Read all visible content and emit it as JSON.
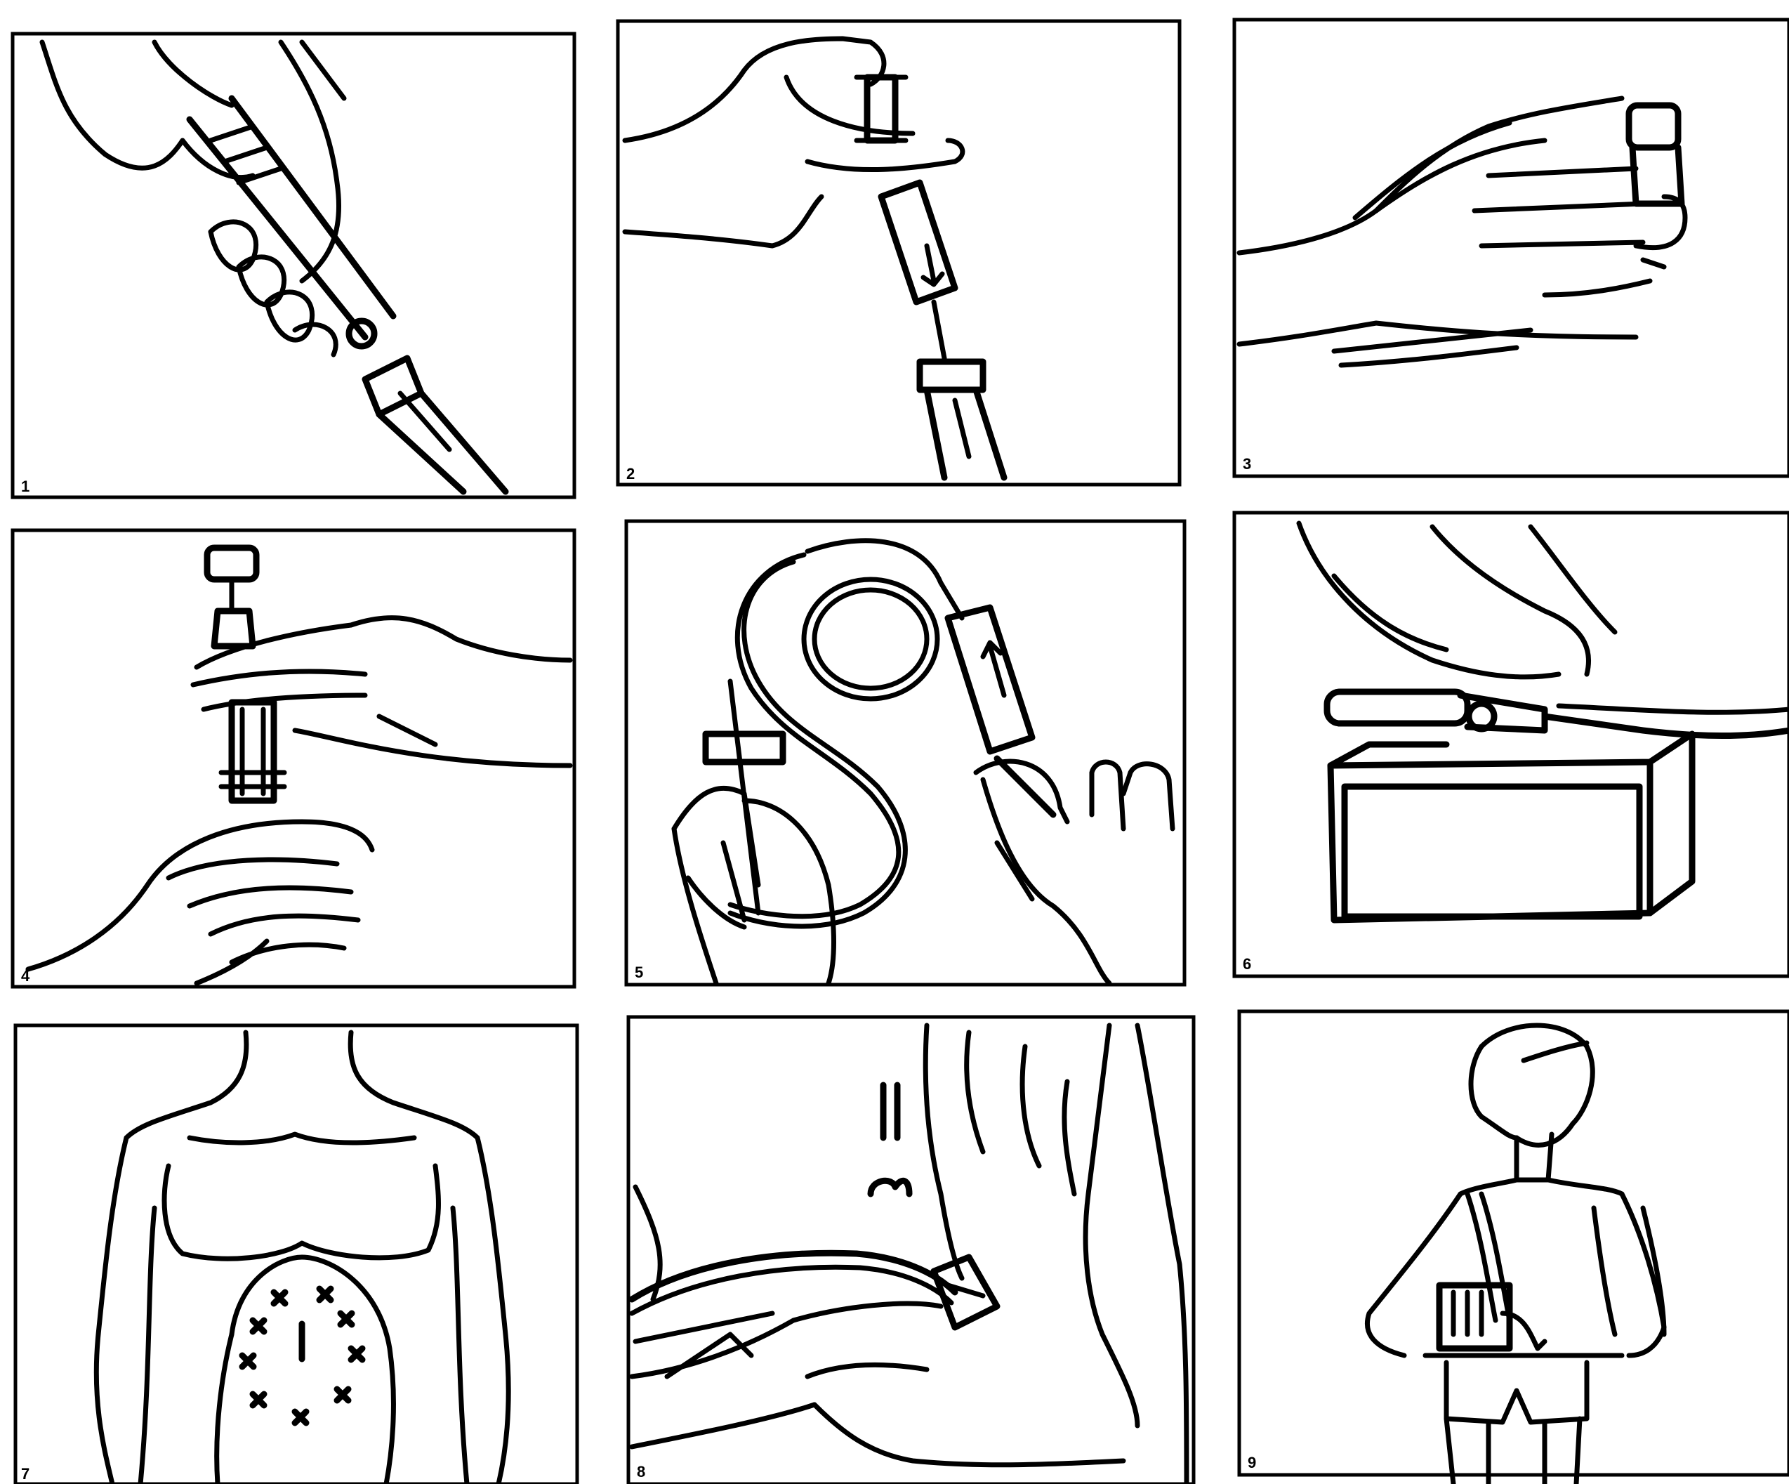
{
  "panels": [
    {
      "number": "1",
      "icon": "syringe-draw-from-vial-icon"
    },
    {
      "number": "2",
      "icon": "syringe-insert-into-vial-icon"
    },
    {
      "number": "3",
      "icon": "hand-holding-vial-icon"
    },
    {
      "number": "4",
      "icon": "syringe-attach-cartridge-icon"
    },
    {
      "number": "5",
      "icon": "infusion-tubing-prime-icon"
    },
    {
      "number": "6",
      "icon": "load-syringe-into-pump-icon"
    },
    {
      "number": "7",
      "icon": "abdomen-injection-sites-icon"
    },
    {
      "number": "8",
      "icon": "insert-needle-tape-icon"
    },
    {
      "number": "9",
      "icon": "person-wearing-pump-icon"
    }
  ]
}
